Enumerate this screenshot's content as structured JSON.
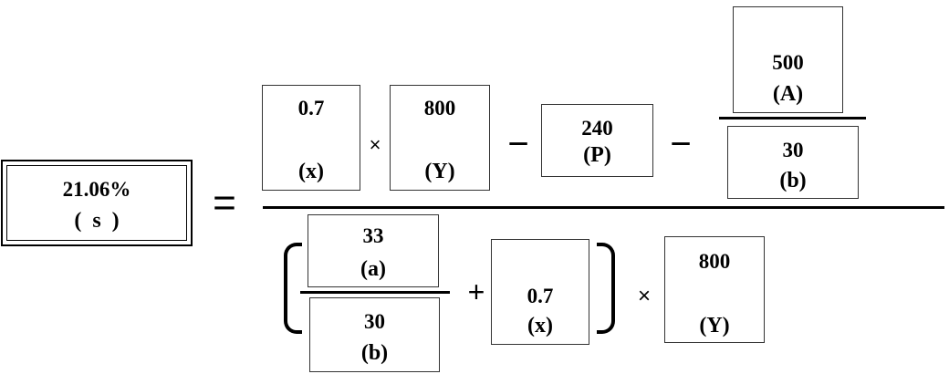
{
  "result": {
    "value": "21.06%",
    "label": "(  s  )"
  },
  "operators": {
    "equals": "=",
    "times": "×",
    "minus": "−",
    "plus": "+"
  },
  "numerator": {
    "x_box": {
      "value": "0.7",
      "label": "(x)"
    },
    "y_box": {
      "value": "800",
      "label": "(Y)"
    },
    "p_box": {
      "value": "240",
      "label": "(P)"
    },
    "a_box": {
      "value": "500",
      "label": "(A)"
    },
    "b_box": {
      "value": "30",
      "label": "(b)"
    }
  },
  "denominator": {
    "a_box": {
      "value": "33",
      "label": "(a)"
    },
    "b_box": {
      "value": "30",
      "label": "(b)"
    },
    "x_box": {
      "value": "0.7",
      "label": "(x)"
    },
    "y_box": {
      "value": "800",
      "label": "(Y)"
    }
  }
}
